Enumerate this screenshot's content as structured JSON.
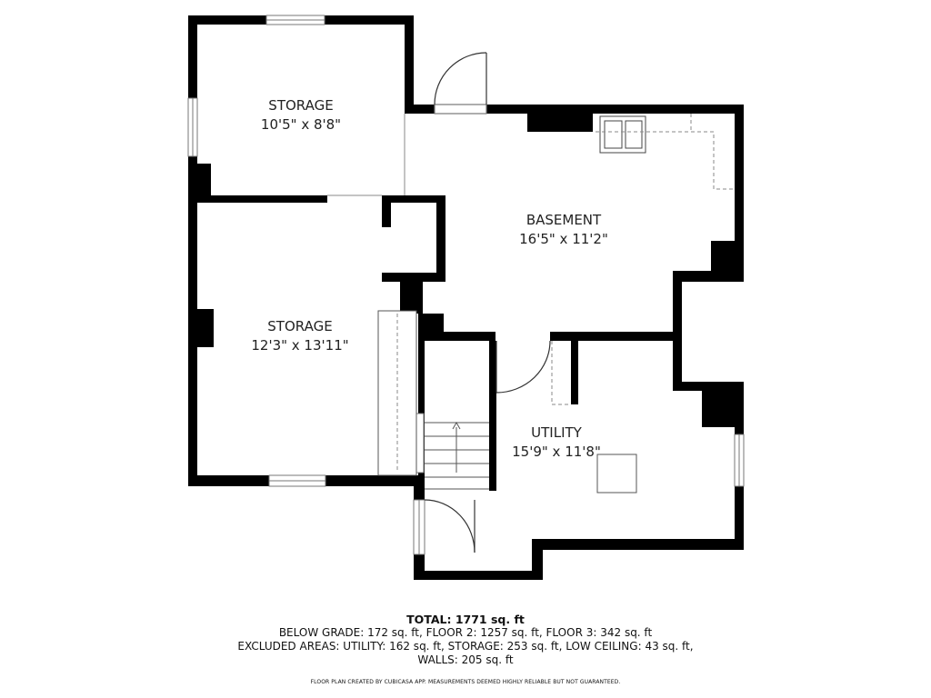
{
  "rooms": [
    {
      "name": "STORAGE",
      "dims": "10'5\" x 8'8\""
    },
    {
      "name": "STORAGE",
      "dims": "12'3\" x 13'11\""
    },
    {
      "name": "BASEMENT",
      "dims": "16'5\" x 11'2\""
    },
    {
      "name": "UTILITY",
      "dims": "15'9\" x 11'8\""
    }
  ],
  "summary": {
    "total": "TOTAL: 1771 sq. ft",
    "line1": "BELOW GRADE: 172 sq. ft, FLOOR 2: 1257 sq. ft, FLOOR 3: 342 sq. ft",
    "line2": "EXCLUDED AREAS: UTILITY: 162 sq. ft, STORAGE: 253 sq. ft, LOW CEILING: 43 sq. ft,",
    "line3": "WALLS: 205 sq. ft",
    "credit": "FLOOR PLAN CREATED BY CUBICASA APP. MEASUREMENTS DEEMED HIGHLY RELIABLE BUT NOT GUARANTEED."
  },
  "colors": {
    "wall": "#000000",
    "fixture": "#888888"
  }
}
